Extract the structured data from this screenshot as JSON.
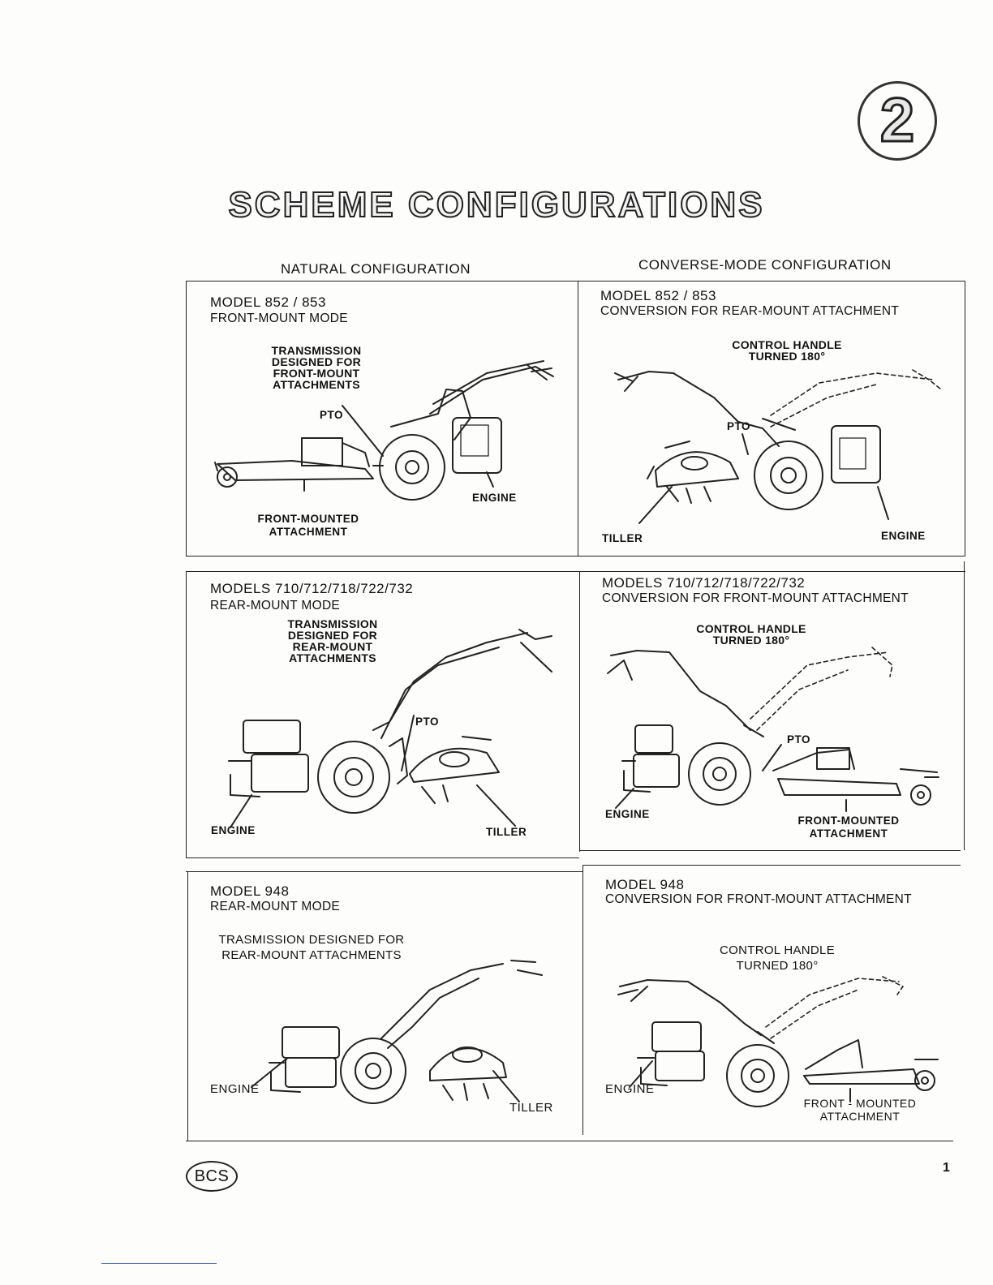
{
  "page": {
    "section_number": "2",
    "title": "SCHEME CONFIGURATIONS",
    "page_number": "1",
    "logo_text": "BCS"
  },
  "columns": {
    "left": "NATURAL CONFIGURATION",
    "right": "CONVERSE-MODE CONFIGURATION"
  },
  "panels": [
    {
      "model": "MODEL 852 / 853",
      "mode": "FRONT-MOUNT MODE",
      "note_lines": [
        "TRANSMISSION",
        "DESIGNED FOR",
        "FRONT-MOUNT",
        "ATTACHMENTS"
      ],
      "labels": {
        "pto": "PTO",
        "engine": "ENGINE",
        "attachment_1": "FRONT-MOUNTED",
        "attachment_2": "ATTACHMENT"
      }
    },
    {
      "model": "MODEL 852 / 853",
      "mode": "CONVERSION FOR REAR-MOUNT ATTACHMENT",
      "note_lines": [
        "CONTROL HANDLE",
        "TURNED 180°"
      ],
      "labels": {
        "pto": "PTO",
        "tiller": "TILLER",
        "engine": "ENGINE"
      }
    },
    {
      "model": "MODELS 710/712/718/722/732",
      "mode": "REAR-MOUNT MODE",
      "note_lines": [
        "TRANSMISSION",
        "DESIGNED FOR",
        "REAR-MOUNT",
        "ATTACHMENTS"
      ],
      "labels": {
        "pto": "PTO",
        "engine": "ENGINE",
        "tiller": "TILLER"
      }
    },
    {
      "model": "MODELS 710/712/718/722/732",
      "mode": "CONVERSION FOR FRONT-MOUNT ATTACHMENT",
      "note_lines": [
        "CONTROL HANDLE",
        "TURNED 180°"
      ],
      "labels": {
        "pto": "PTO",
        "engine": "ENGINE",
        "attachment_1": "FRONT-MOUNTED",
        "attachment_2": "ATTACHMENT"
      }
    },
    {
      "model": "MODEL 948",
      "mode": "REAR-MOUNT MODE",
      "note_lines": [
        "TRASMISSION DESIGNED FOR",
        "REAR-MOUNT ATTACHMENTS"
      ],
      "labels": {
        "engine": "ENGINE",
        "tiller": "TILLER"
      }
    },
    {
      "model": "MODEL 948",
      "mode": "CONVERSION FOR FRONT-MOUNT ATTACHMENT",
      "note_lines": [
        "CONTROL HANDLE",
        "TURNED 180°"
      ],
      "labels": {
        "engine": "ENGINE",
        "attachment_1": "FRONT - MOUNTED",
        "attachment_2": "ATTACHMENT"
      }
    }
  ]
}
